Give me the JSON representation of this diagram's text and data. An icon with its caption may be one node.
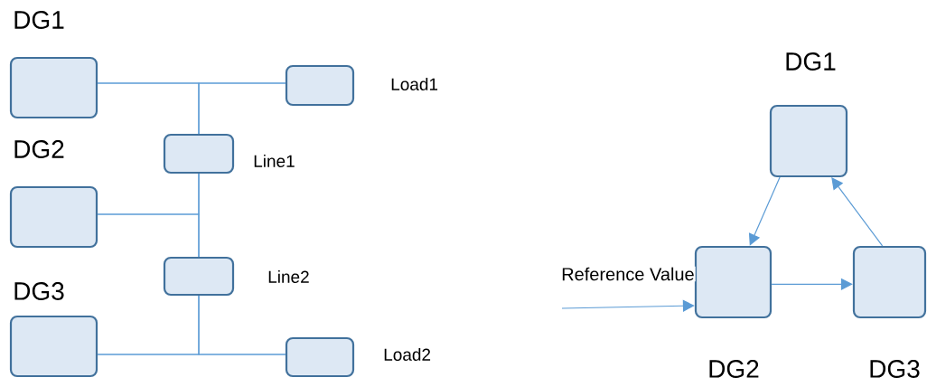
{
  "diagram": {
    "nodes": [
      {
        "text": [
          "DG1"
        ]
      },
      {
        "text": [
          "Load1"
        ]
      },
      {
        "text": [
          "Line1"
        ]
      },
      {
        "text": [
          "DG2"
        ]
      },
      {
        "text": [
          "Line2"
        ]
      },
      {
        "text": [
          "DG3"
        ]
      },
      {
        "text": [
          "Load2"
        ]
      },
      {
        "text": [
          "DG1"
        ]
      },
      {
        "text": [
          "DG2"
        ]
      },
      {
        "text": [
          "DG3"
        ]
      }
    ],
    "edges": [
      {
        "from": 0,
        "to": 1,
        "arrow": "none"
      },
      {
        "from": 0,
        "to": 2,
        "arrow": "none"
      },
      {
        "from": 1,
        "to": 2,
        "arrow": "none"
      },
      {
        "from": 2,
        "to": 4,
        "arrow": "none"
      },
      {
        "from": 3,
        "to": 2,
        "arrow": "none"
      },
      {
        "from": 3,
        "to": 4,
        "arrow": "none"
      },
      {
        "from": 5,
        "to": 6,
        "arrow": "none"
      },
      {
        "from": 5,
        "to": 4,
        "arrow": "none"
      },
      {
        "from": 4,
        "to": 6,
        "arrow": "none"
      },
      {
        "from": 7,
        "to": 8,
        "arrow": "to"
      },
      {
        "from": 8,
        "to": 9,
        "arrow": "to"
      },
      {
        "from": 9,
        "to": 7,
        "arrow": "to"
      },
      {
        "from": null,
        "to": 8,
        "arrow": "to",
        "label": "Reference Value"
      }
    ]
  }
}
